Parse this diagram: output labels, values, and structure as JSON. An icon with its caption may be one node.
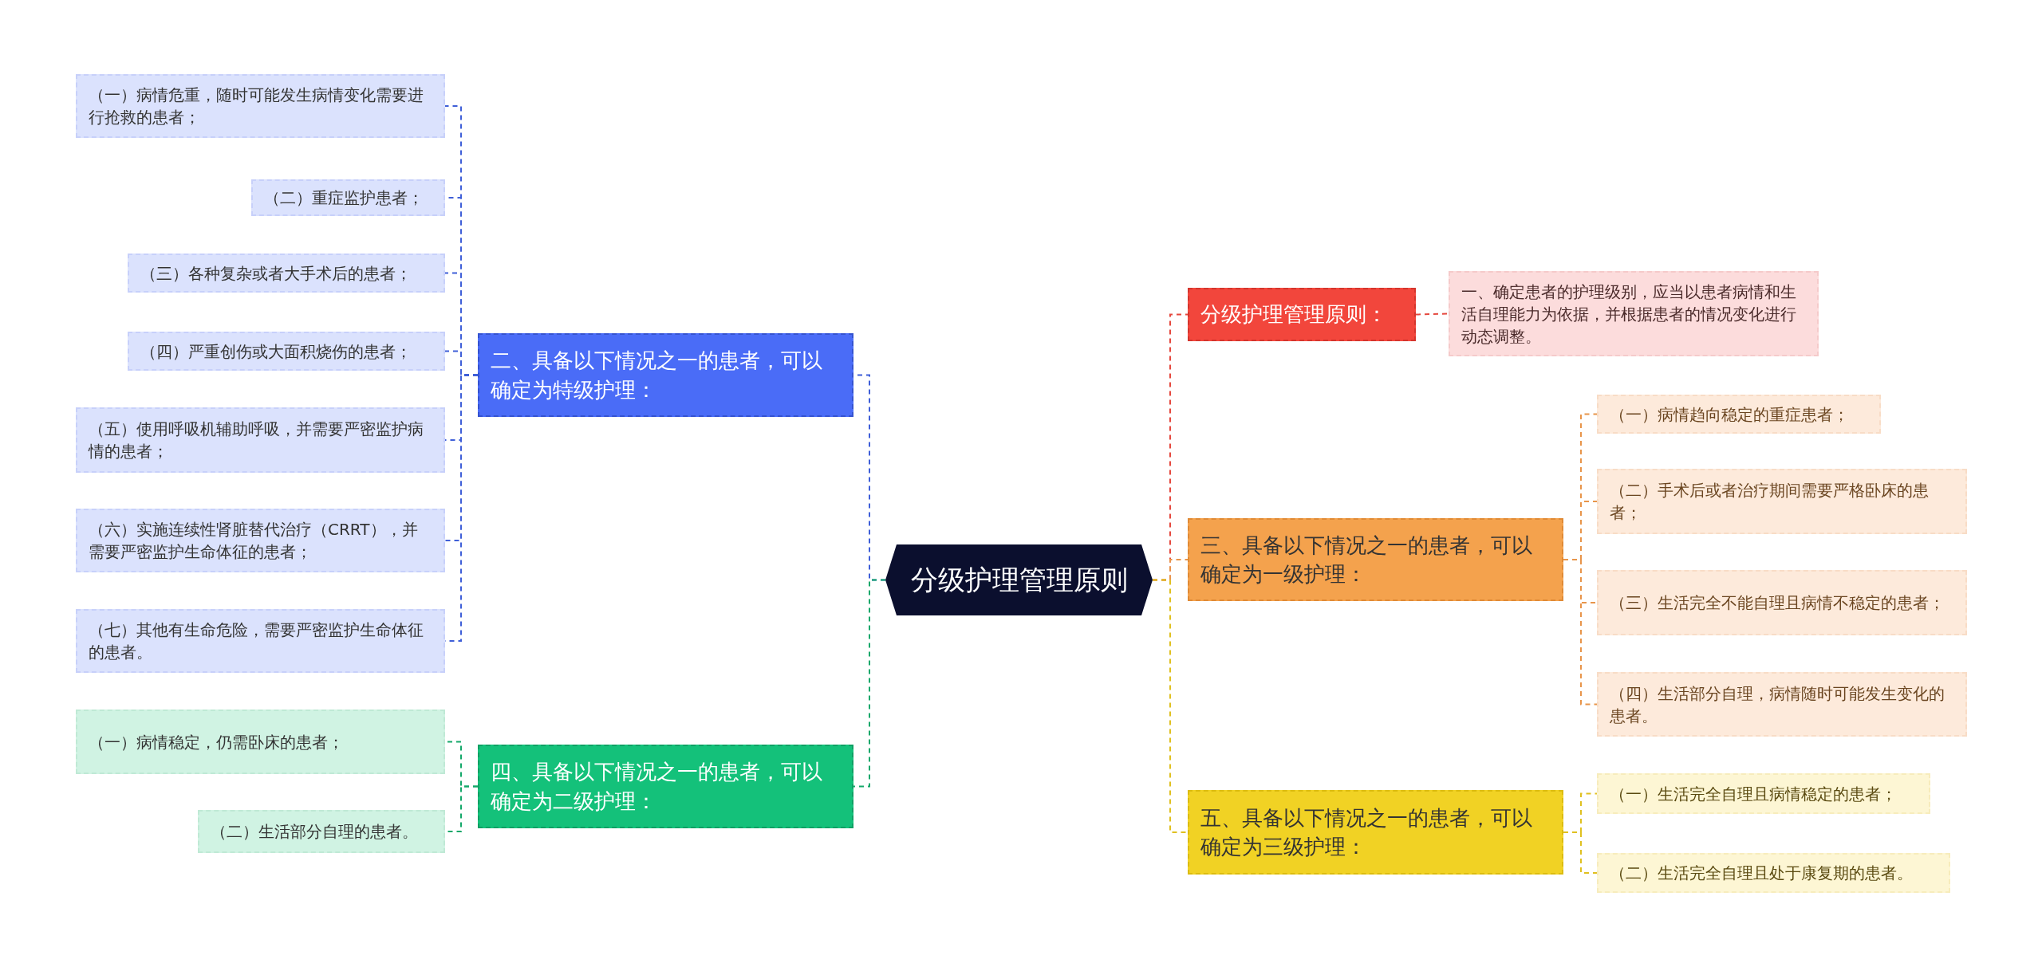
{
  "diagram": {
    "nodes": [
      {
        "text": [
          "分级护理管理原则"
        ]
      },
      {
        "text": [
          "二、具备以下情况之一的患者，可以确定为特级护理："
        ]
      },
      {
        "text": [
          "（一）病情危重，随时可能发生病情变化需要进行抢救的患者；"
        ]
      },
      {
        "text": [
          "（二）重症监护患者；"
        ]
      },
      {
        "text": [
          "（三）各种复杂或者大手术后的患者；"
        ]
      },
      {
        "text": [
          "（四）严重创伤或大面积烧伤的患者；"
        ]
      },
      {
        "text": [
          "（五）使用呼吸机辅助呼吸，并需要严密监护病情的患者；"
        ]
      },
      {
        "text": [
          "（六）实施连续性肾脏替代治疗（CRRT），并需要严密监护生命体征的患者；"
        ]
      },
      {
        "text": [
          "（七）其他有生命危险，需要严密监护生命体征的患者。"
        ]
      },
      {
        "text": [
          "四、具备以下情况之一的患者，可以确定为二级护理："
        ]
      },
      {
        "text": [
          "（一）病情稳定，仍需卧床的患者；"
        ]
      },
      {
        "text": [
          "（二）生活部分自理的患者。"
        ]
      },
      {
        "text": [
          "分级护理管理原则："
        ]
      },
      {
        "text": [
          "一、确定患者的护理级别，应当以患者病情和生活自理能力为依据，并根据患者的情况变化进行动态调整。"
        ]
      },
      {
        "text": [
          "三、具备以下情况之一的患者，可以确定为一级护理："
        ]
      },
      {
        "text": [
          "（一）病情趋向稳定的重症患者；"
        ]
      },
      {
        "text": [
          "（二）手术后或者治疗期间需要严格卧床的患者；"
        ]
      },
      {
        "text": [
          "（三）生活完全不能自理且病情不稳定的患者；"
        ]
      },
      {
        "text": [
          "（四）生活部分自理，病情随时可能发生变化的患者。"
        ]
      },
      {
        "text": [
          "五、具备以下情况之一的患者，可以确定为三级护理："
        ]
      },
      {
        "text": [
          "（一）生活完全自理且病情稳定的患者；"
        ]
      },
      {
        "text": [
          "（二）生活完全自理且处于康复期的患者。"
        ]
      }
    ],
    "edges": [
      {
        "from": 0,
        "to": 1,
        "arrow": "none",
        "style": "dashed",
        "color": "#3f5fd8"
      },
      {
        "from": 1,
        "to": 2,
        "arrow": "none",
        "style": "dashed",
        "color": "#3f5fd8"
      },
      {
        "from": 1,
        "to": 3,
        "arrow": "none",
        "style": "dashed",
        "color": "#3f5fd8"
      },
      {
        "from": 1,
        "to": 4,
        "arrow": "none",
        "style": "dashed",
        "color": "#3f5fd8"
      },
      {
        "from": 1,
        "to": 5,
        "arrow": "none",
        "style": "dashed",
        "color": "#3f5fd8"
      },
      {
        "from": 1,
        "to": 6,
        "arrow": "none",
        "style": "dashed",
        "color": "#3f5fd8"
      },
      {
        "from": 1,
        "to": 7,
        "arrow": "none",
        "style": "dashed",
        "color": "#3f5fd8"
      },
      {
        "from": 1,
        "to": 8,
        "arrow": "none",
        "style": "dashed",
        "color": "#3f5fd8"
      },
      {
        "from": 0,
        "to": 9,
        "arrow": "none",
        "style": "dashed",
        "color": "#14a86a"
      },
      {
        "from": 9,
        "to": 10,
        "arrow": "none",
        "style": "dashed",
        "color": "#14a86a"
      },
      {
        "from": 9,
        "to": 11,
        "arrow": "none",
        "style": "dashed",
        "color": "#14a86a"
      },
      {
        "from": 0,
        "to": 12,
        "arrow": "none",
        "style": "dashed",
        "color": "#e5483e"
      },
      {
        "from": 12,
        "to": 13,
        "arrow": "none",
        "style": "dashed",
        "color": "#e5483e"
      },
      {
        "from": 0,
        "to": 14,
        "arrow": "none",
        "style": "dashed",
        "color": "#e8954a"
      },
      {
        "from": 14,
        "to": 15,
        "arrow": "none",
        "style": "dashed",
        "color": "#e8954a"
      },
      {
        "from": 14,
        "to": 16,
        "arrow": "none",
        "style": "dashed",
        "color": "#e8954a"
      },
      {
        "from": 14,
        "to": 17,
        "arrow": "none",
        "style": "dashed",
        "color": "#e8954a"
      },
      {
        "from": 14,
        "to": 18,
        "arrow": "none",
        "style": "dashed",
        "color": "#e8954a"
      },
      {
        "from": 0,
        "to": 19,
        "arrow": "none",
        "style": "dashed",
        "color": "#e0c020"
      },
      {
        "from": 19,
        "to": 20,
        "arrow": "none",
        "style": "dashed",
        "color": "#e0c020"
      },
      {
        "from": 19,
        "to": 21,
        "arrow": "none",
        "style": "dashed",
        "color": "#e0c020"
      }
    ]
  }
}
